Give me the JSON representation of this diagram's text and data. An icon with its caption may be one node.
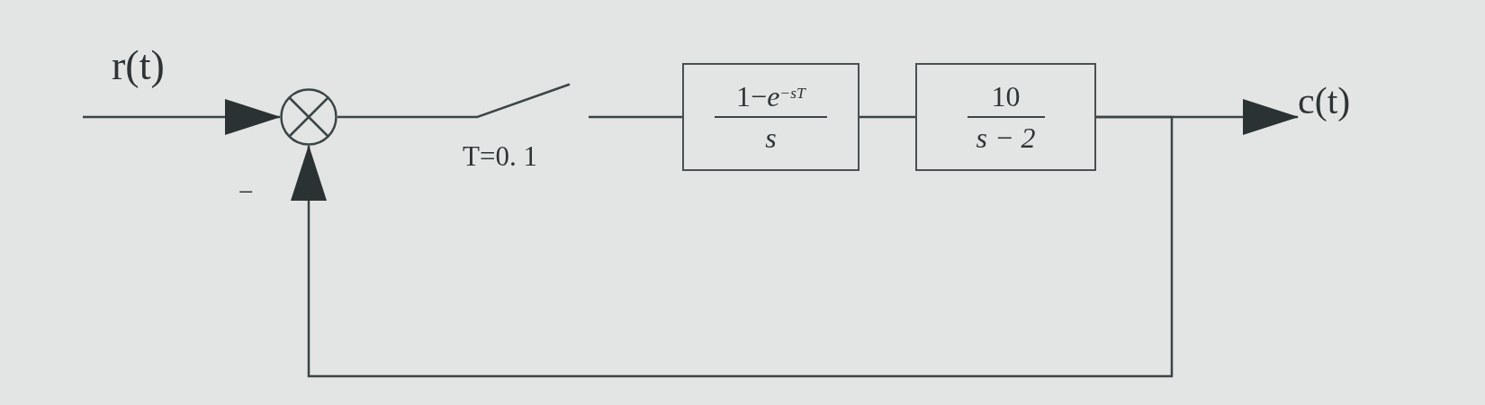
{
  "diagram": {
    "nodes": [
      {
        "text": [],
        "shape": "circle",
        "beside": [
          "−"
        ]
      },
      {
        "text": [],
        "shape": "switch",
        "beside": [
          "T=0. 1"
        ]
      },
      {
        "text": [
          "1−*e*$^{−sT}$",
          "s"
        ]
      },
      {
        "text": [
          "10",
          "s − 2"
        ]
      },
      {
        "text": [
          "c(t)"
        ]
      }
    ],
    "edges": [
      {
        "from": null,
        "to": 0,
        "arrow": "to"
      },
      {
        "from": 0,
        "to": 1,
        "arrow": "none"
      },
      {
        "from": 1,
        "to": 2,
        "arrow": "none"
      },
      {
        "from": 2,
        "to": 3,
        "arrow": "none"
      },
      {
        "from": 3,
        "to": 4,
        "arrow": "to"
      },
      {
        "from": 3,
        "to": 0,
        "arrow": "to"
      }
    ],
    "labels": [
      "r(t)"
    ]
  }
}
